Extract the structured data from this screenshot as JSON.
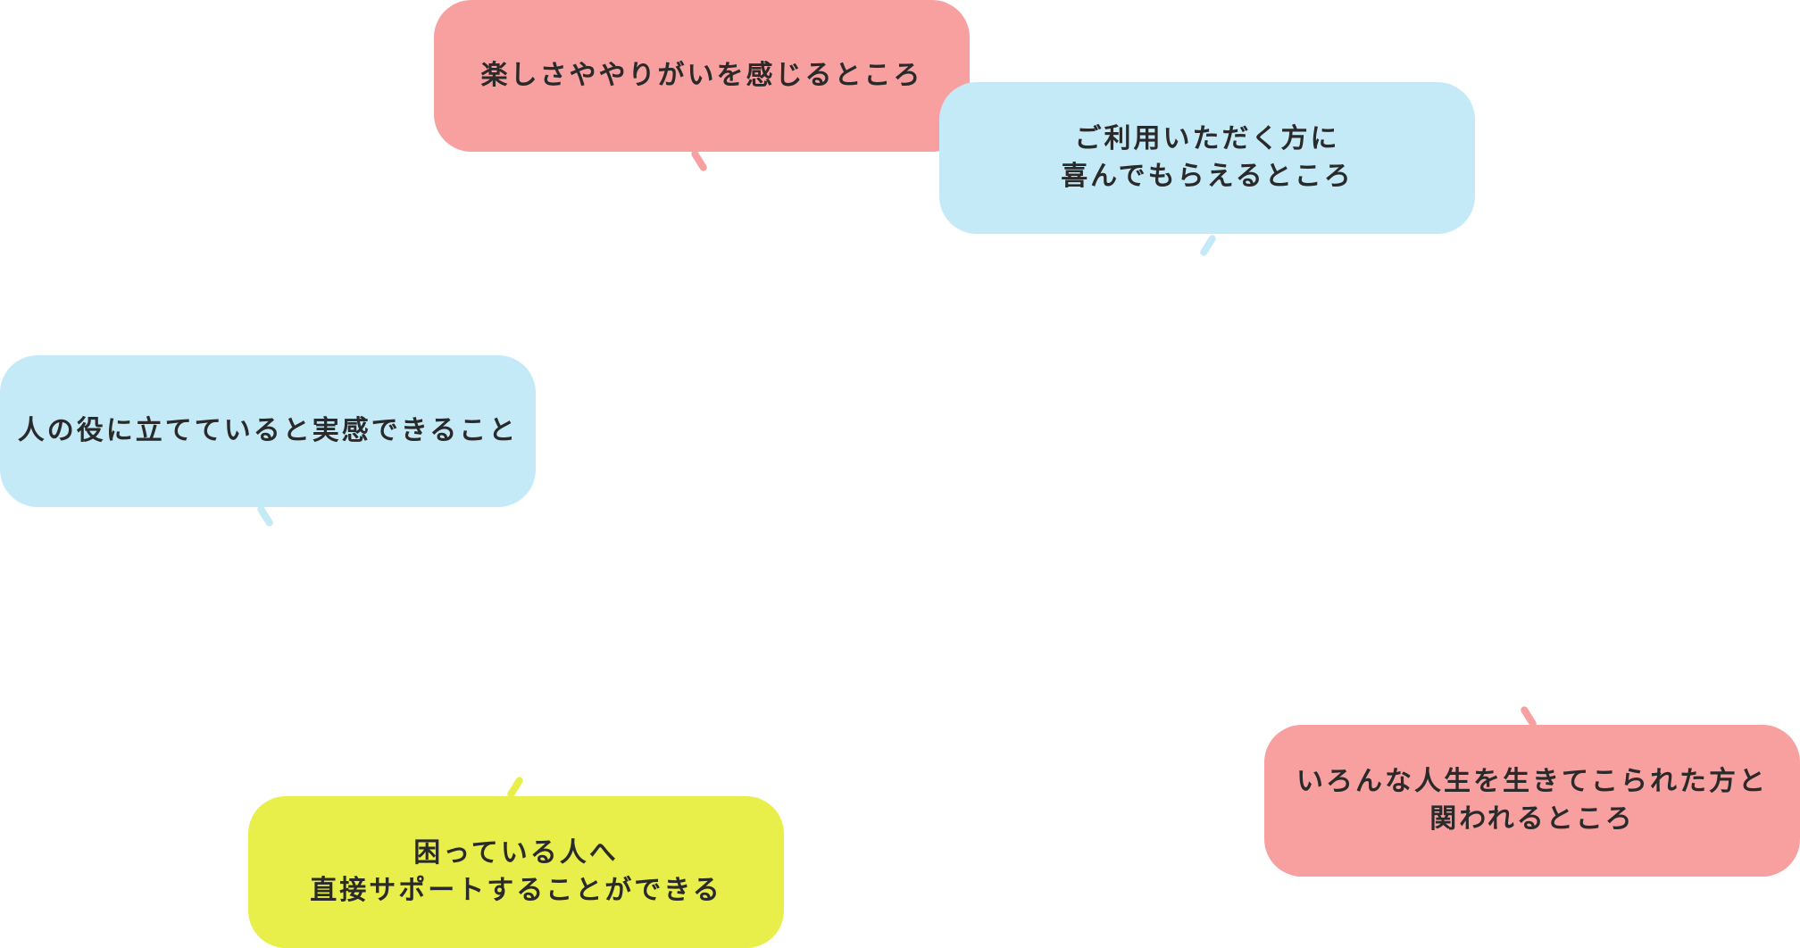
{
  "bubbles": {
    "enjoyment": {
      "lines": [
        "楽しさややりがいを感じるところ"
      ],
      "color": "#f8a0a0"
    },
    "users_happy": {
      "lines": [
        "ご利用いただく方に",
        "喜んでもらえるところ"
      ],
      "color": "#c5eaf7"
    },
    "helpful": {
      "lines": [
        "人の役に立てていると実感できること"
      ],
      "color": "#c5eaf7"
    },
    "direct_support": {
      "lines": [
        "困っている人へ",
        "直接サポートすることができる"
      ],
      "color": "#e8ef4b"
    },
    "life_stories": {
      "lines": [
        "いろんな人生を生きてこられた方と",
        "関われるところ"
      ],
      "color": "#f8a0a0"
    }
  }
}
